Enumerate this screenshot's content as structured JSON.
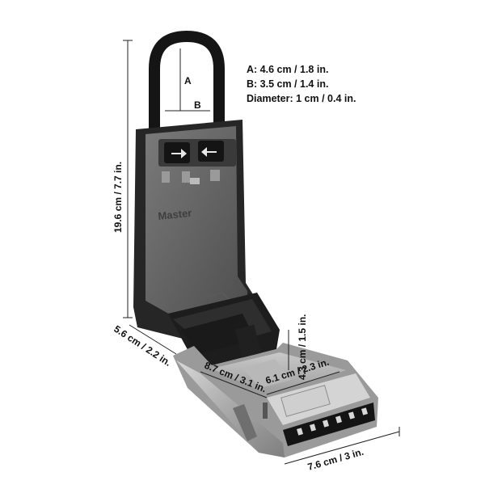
{
  "specs": [
    "A: 4.6 cm / 1.8 in.",
    "B: 3.5 cm / 1.4 in.",
    "Diameter: 1 cm / 0.4 in."
  ],
  "labels": {
    "shackle_a": "A",
    "shackle_b": "B",
    "height": "19.6 cm / 7.7 in.",
    "depth": "5.6 cm / 2.2 in.",
    "inner_depth": "8.7 cm / 3.1 in.",
    "inner_width": "6.1 cm / 2.3 in.",
    "inner_height": "4.3 cm / 1.5 in.",
    "width": "7.6 cm / 3 in.",
    "brand": "Master"
  },
  "colors": {
    "body": "#2b2b2b",
    "face": "#6c6c6c",
    "silver": "#b5b5b5",
    "shackle": "#151515"
  }
}
